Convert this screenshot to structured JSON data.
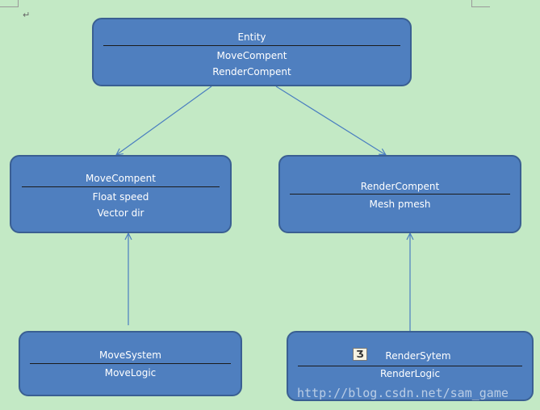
{
  "nodes": {
    "entity": {
      "title": "Entity",
      "fields": [
        "MoveCompent",
        "RenderCompent"
      ]
    },
    "move_compent": {
      "title": "MoveCompent",
      "fields": [
        "Float speed",
        "Vector dir"
      ]
    },
    "render_compent": {
      "title": "RenderCompent",
      "fields": [
        "Mesh pmesh"
      ]
    },
    "move_system": {
      "title": "MoveSystem",
      "fields": [
        "MoveLogic"
      ]
    },
    "render_system": {
      "title": "RenderSytem",
      "fields": [
        "RenderLogic"
      ]
    }
  },
  "edges": [
    {
      "from": "entity",
      "to": "move_compent"
    },
    {
      "from": "entity",
      "to": "render_compent"
    },
    {
      "from": "move_system",
      "to": "move_compent"
    },
    {
      "from": "render_system",
      "to": "render_compent"
    }
  ],
  "watermark": "http://blog.csdn.net/sam_game",
  "colors": {
    "background": "#c3e9c5",
    "node_fill": "#4f7fbf",
    "node_border": "#3a5f92",
    "edge": "#4a7ec0"
  },
  "icons": {
    "render_system": "embedded-object-icon"
  }
}
